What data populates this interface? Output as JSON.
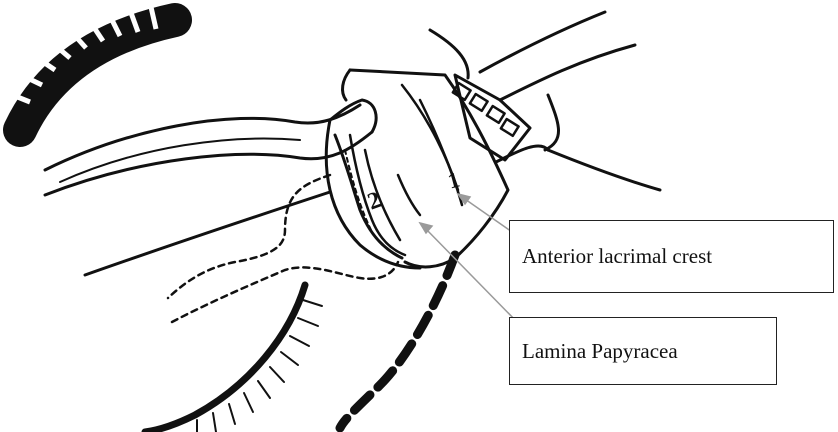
{
  "labels": {
    "anterior_lacrimal_crest": "Anterior lacrimal crest",
    "lamina_papyracea": "Lamina Papyracea",
    "marker_1": "1",
    "marker_2": "2"
  },
  "colors": {
    "ink": "#111111",
    "leader_line": "#9a9a9a",
    "background": "#ffffff"
  }
}
